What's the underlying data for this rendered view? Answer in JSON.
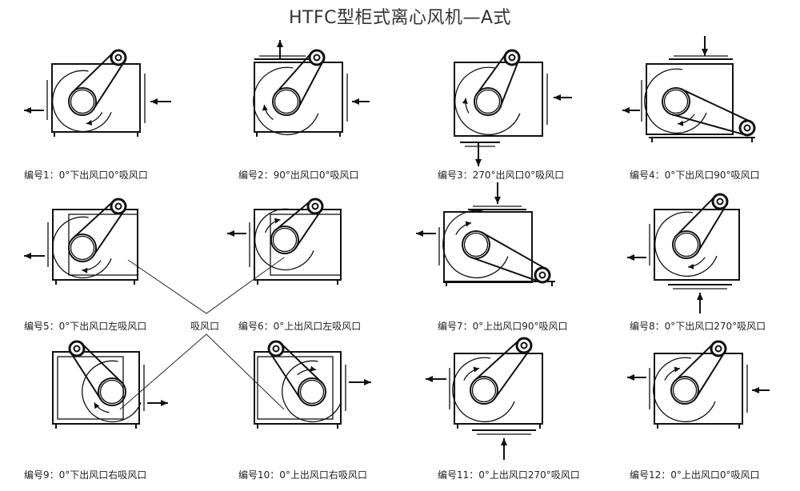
{
  "title": "HTFC型柜式离心风机—A式",
  "callout": "吸风口",
  "units": [
    {
      "id": 1,
      "label": "编号1：0°下出风口0°吸风口"
    },
    {
      "id": 2,
      "label": "编号2：90°出风口0°吸风口"
    },
    {
      "id": 3,
      "label": "编号3：270°出风口0°吸风口"
    },
    {
      "id": 4,
      "label": "编号4：0°下出风口90°吸风口"
    },
    {
      "id": 5,
      "label": "编号5：0°下出风口左吸风口"
    },
    {
      "id": 6,
      "label": "编号6：0°上出风口左吸风口"
    },
    {
      "id": 7,
      "label": "编号7：0°上出风口90°吸风口"
    },
    {
      "id": 8,
      "label": "编号8：0°下出风口270°吸风口"
    },
    {
      "id": 9,
      "label": "编号9：0°下出风口右吸风口"
    },
    {
      "id": 10,
      "label": "编号10：0°上出风口右吸风口"
    },
    {
      "id": 11,
      "label": "编号11：0°上出风口270°吸风口"
    },
    {
      "id": 12,
      "label": "编号12：0°上出风口0°吸风口"
    }
  ]
}
